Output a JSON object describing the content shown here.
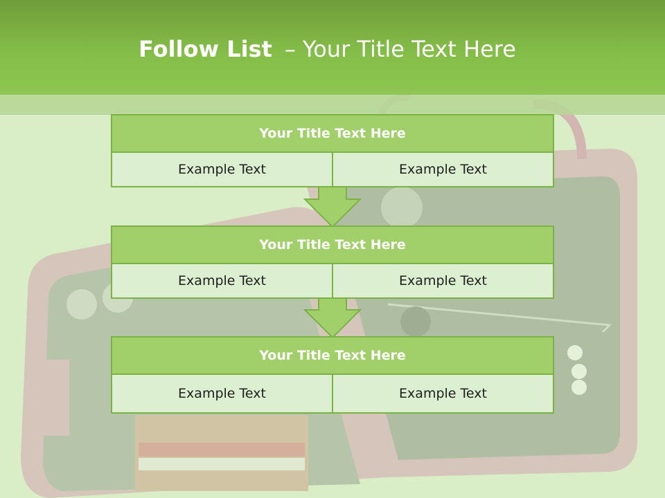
{
  "slide": {
    "title_bold": "Follow List",
    "title_separator": "–",
    "title_rest": "Your Title Text Here",
    "colors": {
      "header": "#84bd48",
      "block_title": "#a1d06a",
      "block_border": "#7bb246",
      "cell": "#dcefd0",
      "background": "#d8ecc4"
    },
    "background_image": "sewing-kit-photo",
    "blocks": [
      {
        "title": "Your Title Text Here",
        "cells": [
          "Example Text",
          "Example Text"
        ]
      },
      {
        "title": "Your Title Text Here",
        "cells": [
          "Example Text",
          "Example Text"
        ]
      },
      {
        "title": "Your Title Text Here",
        "cells": [
          "Example Text",
          "Example Text"
        ]
      }
    ],
    "arrow_icon": "down-arrow-icon"
  }
}
